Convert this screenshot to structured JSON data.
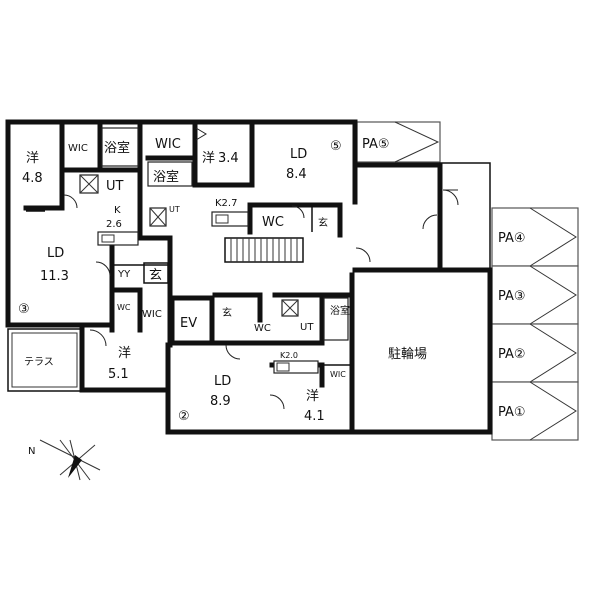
{
  "rooms": {
    "unit3": {
      "yo_name": "洋",
      "yo_size": "4.8",
      "wic": "WIC",
      "bath": "浴室",
      "ut": "UT",
      "k_name": "K",
      "k_size": "2.6",
      "ld_name": "LD",
      "ld_size": "11.3",
      "number": "③",
      "yy": "YY",
      "genkan": "玄",
      "wc": "WC",
      "wic2": "WIC",
      "yo2_name": "洋",
      "yo2_size": "5.1"
    },
    "unit5": {
      "wic": "WIC",
      "yo_name": "洋",
      "yo_size": "3.4",
      "bath": "浴室",
      "ut": "UT",
      "k": "K2.7",
      "wc": "WC",
      "genkan": "玄",
      "ld_name": "LD",
      "ld_size": "8.4",
      "number": "⑤"
    },
    "unit2": {
      "genkan": "玄",
      "wc": "WC",
      "ut": "UT",
      "bath": "浴室",
      "k": "K2.0",
      "wic": "WIC",
      "ld_name": "LD",
      "ld_size": "8.9",
      "number": "②",
      "yo_name": "洋",
      "yo_size": "4.1"
    },
    "ev": "EV",
    "terrace": "テラス",
    "bicycle_parking": "駐輪場"
  },
  "parking": [
    "PA⑤",
    "PA④",
    "PA③",
    "PA②",
    "PA①"
  ],
  "compass": {
    "letter": "N"
  }
}
